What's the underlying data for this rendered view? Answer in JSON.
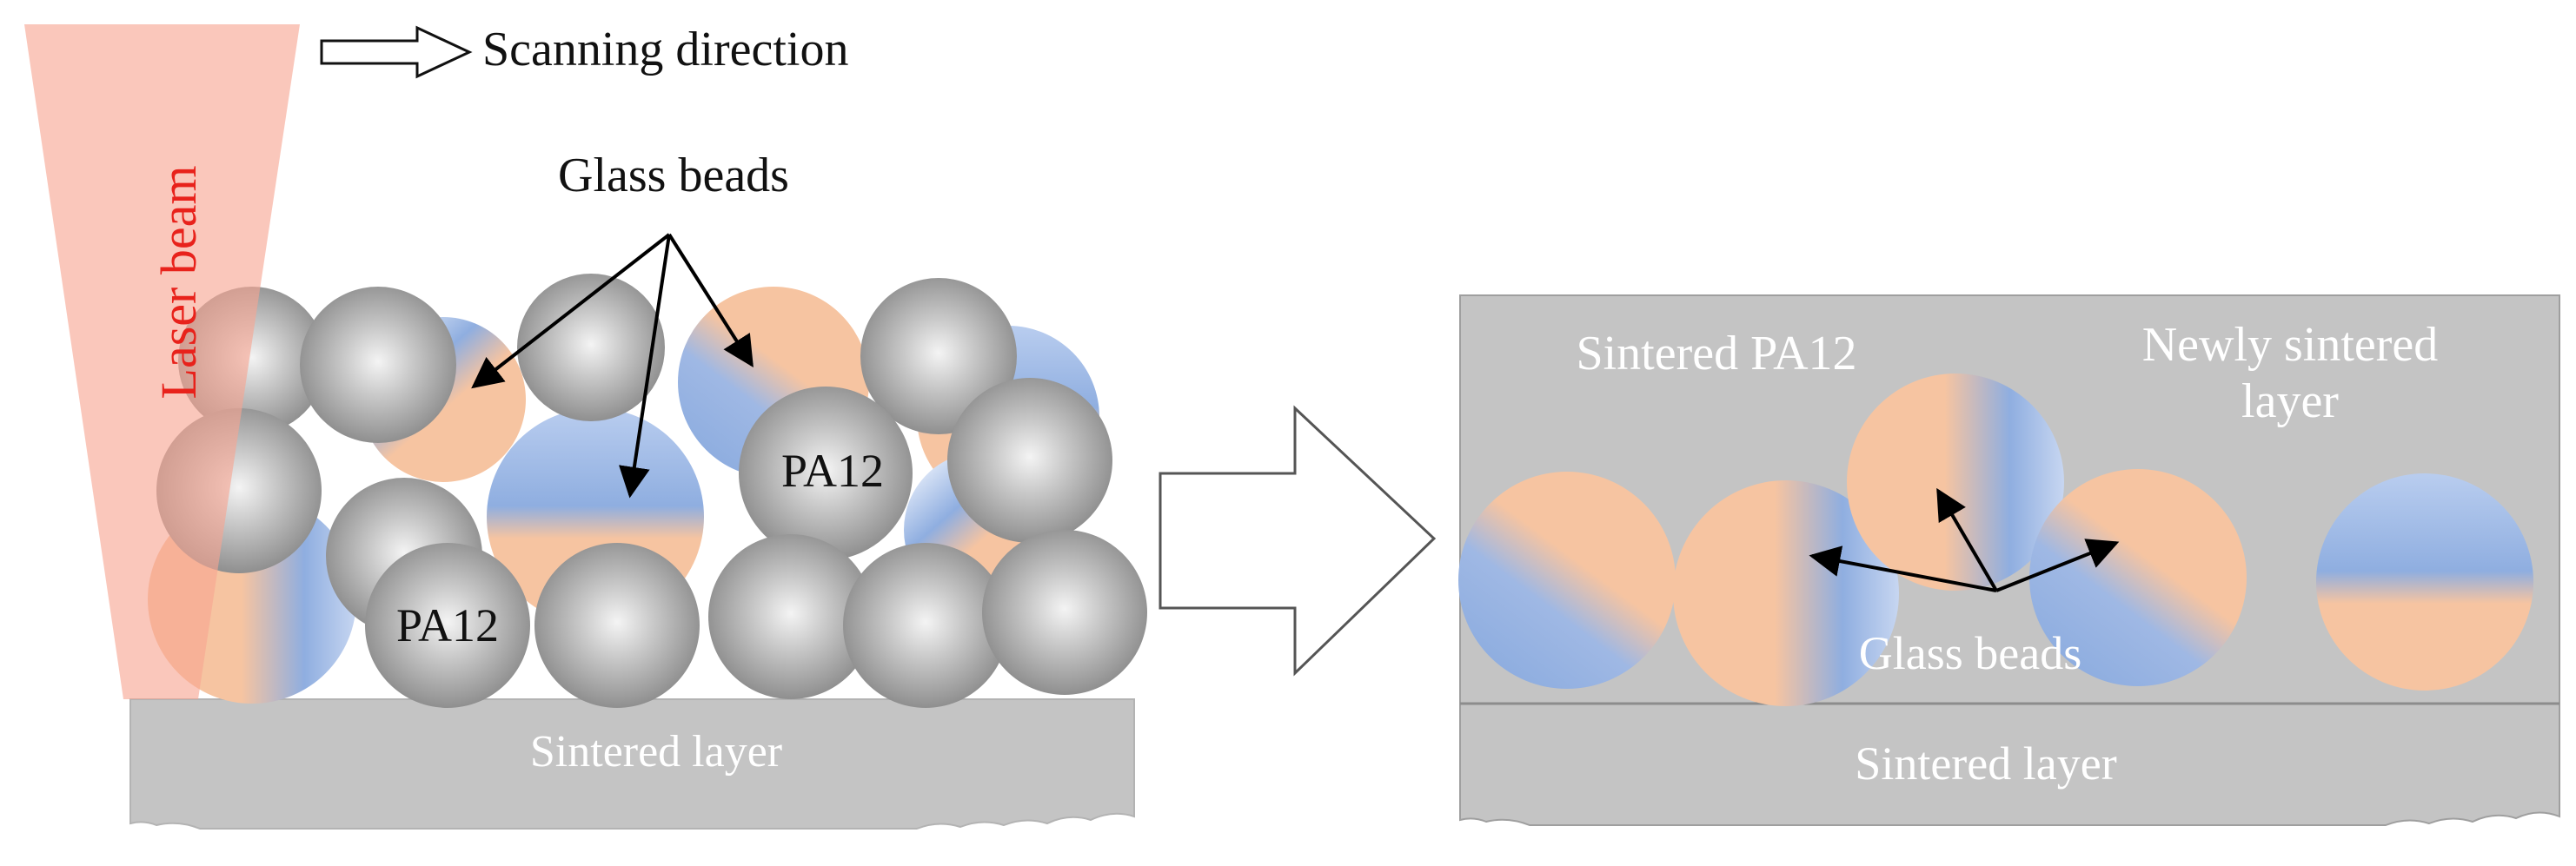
{
  "labels": {
    "scanning_direction": "Scanning direction",
    "laser_beam": "Laser beam",
    "glass_beads_left": "Glass beads",
    "pa12_upper": "PA12",
    "pa12_lower": "PA12",
    "sintered_layer_left": "Sintered layer",
    "sintered_pa12": "Sintered PA12",
    "newly_sintered_line1": "Newly sintered",
    "newly_sintered_line2": "layer",
    "glass_beads_right": "Glass beads",
    "sintered_layer_right": "Sintered layer"
  },
  "colors": {
    "laser": "#f7a592",
    "laser_label": "#e8221b",
    "substrate": "#c4c4c4",
    "pa12_particle": "#9a9a9a",
    "glass_orange": "#f6c4a1",
    "glass_blue": "#8faee0",
    "text_dark": "#111111",
    "text_light": "#ffffff"
  }
}
